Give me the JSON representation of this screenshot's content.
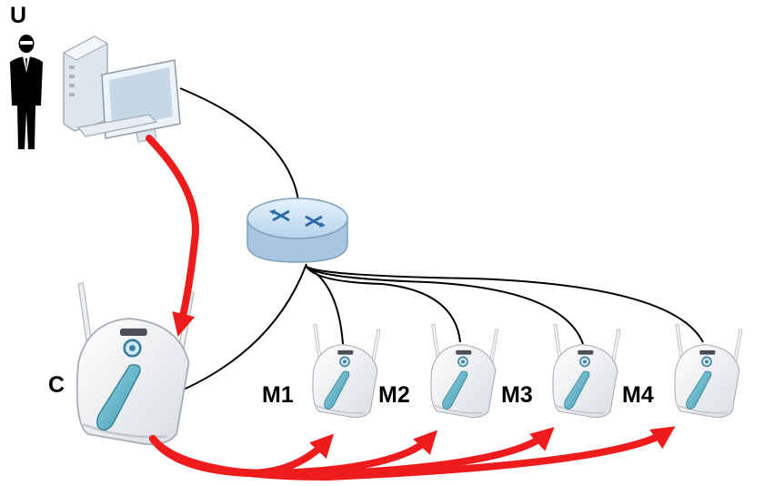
{
  "labels": {
    "user": "U",
    "controller": "C",
    "managed_1": "M1",
    "managed_2": "M2",
    "managed_3": "M3",
    "managed_4": "M4"
  },
  "colors": {
    "flow_arrow": "#ee1c1c",
    "cable": "#000000",
    "switch_body": "#cfe4f5",
    "ap_body": "#f4f6f8",
    "ap_accent": "#5fb6cc",
    "monitor": "#c6d8e8"
  },
  "icons": [
    "person-icon",
    "computer-icon",
    "switch-icon",
    "access-point-icon"
  ]
}
